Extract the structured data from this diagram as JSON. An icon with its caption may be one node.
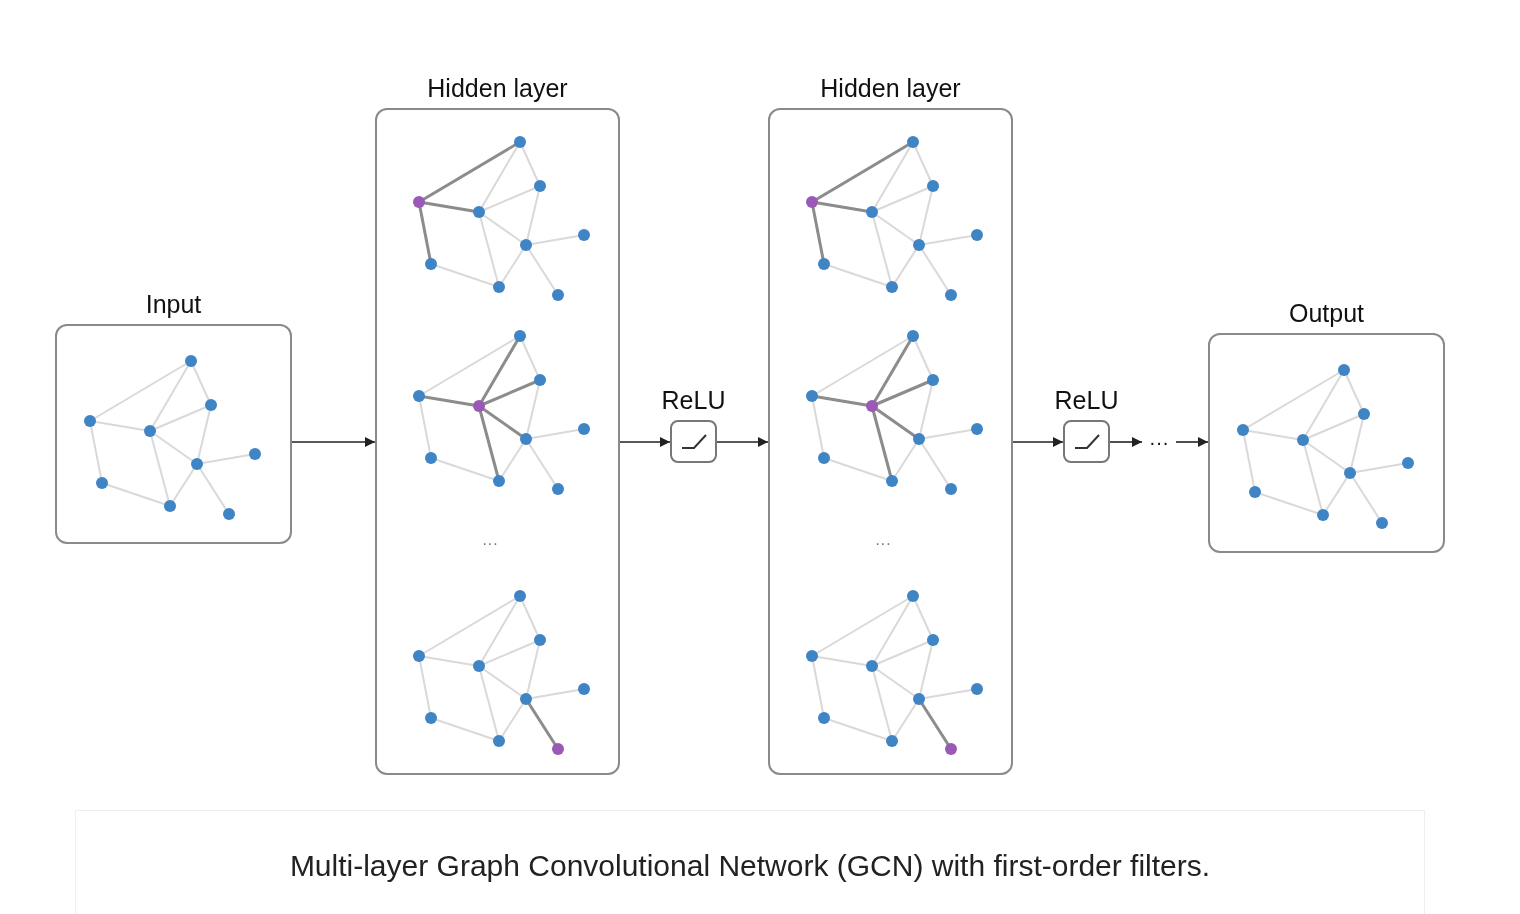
{
  "diagram": {
    "caption": "Multi-layer Graph Convolutional Network (GCN) with first-order filters.",
    "nodes": [
      {
        "text": [
          "Input"
        ]
      },
      {
        "text": [
          "Hidden layer",
          "···"
        ]
      },
      {
        "text": [
          "ReLU"
        ]
      },
      {
        "text": [
          "Hidden layer",
          "···"
        ]
      },
      {
        "text": [
          "ReLU"
        ]
      },
      {
        "text": [
          "···"
        ]
      },
      {
        "text": [
          "Output"
        ]
      }
    ],
    "edges": [
      {
        "from": 0,
        "to": 1,
        "arrow": "to"
      },
      {
        "from": 1,
        "to": 2,
        "arrow": "to"
      },
      {
        "from": 2,
        "to": 3,
        "arrow": "to"
      },
      {
        "from": 3,
        "to": 4,
        "arrow": "to"
      },
      {
        "from": 4,
        "to": 5,
        "arrow": "to"
      },
      {
        "from": 5,
        "to": 6,
        "arrow": "to"
      }
    ]
  }
}
